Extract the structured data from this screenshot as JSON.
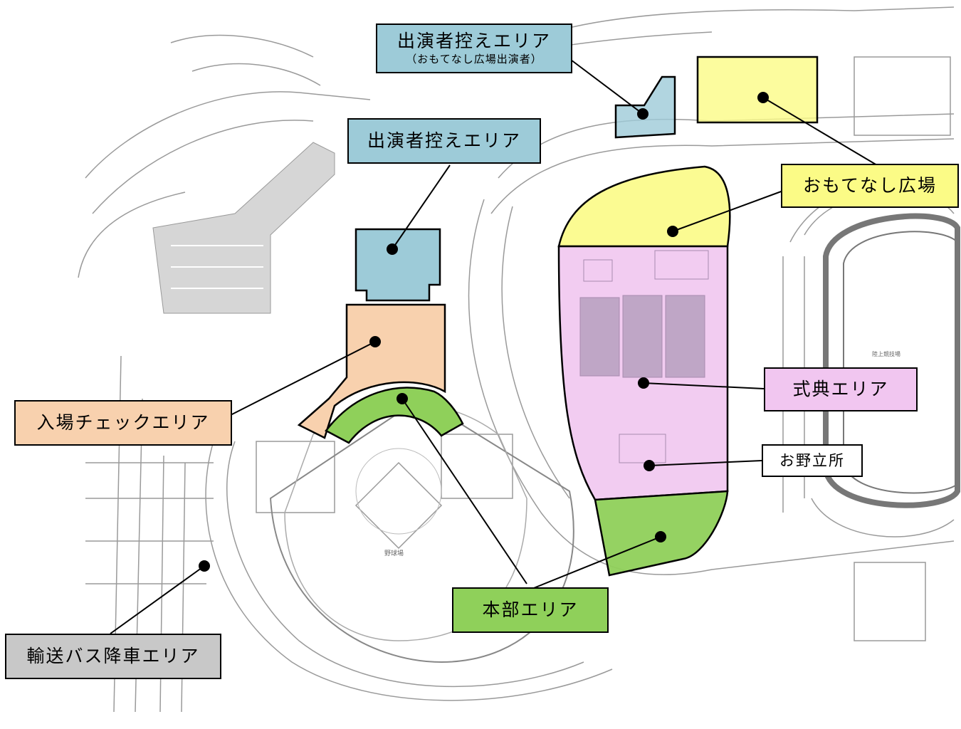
{
  "labels": {
    "performer_waiting_1": "出演者控えエリア",
    "performer_waiting_1_sub": "（おもてなし広場出演者）",
    "performer_waiting_2": "出演者控えエリア",
    "omotenashi_plaza": "おもてなし広場",
    "ceremony_area": "式典エリア",
    "onoda_place": "お野立所",
    "entry_check_area": "入場チェックエリア",
    "headquarters_area": "本部エリア",
    "bus_dropoff_area": "輸送バス降車エリア"
  },
  "colors": {
    "blue": "#9dcbd8",
    "yellow": "#fbfb86",
    "pink": "#f1c6f0",
    "orange": "#f8d1ae",
    "green": "#8fd05a",
    "gray": "#c8c8c8",
    "white": "#ffffff"
  },
  "map": {
    "stadium_small_text": "野球場",
    "track_small_text": "陸上競技場"
  }
}
